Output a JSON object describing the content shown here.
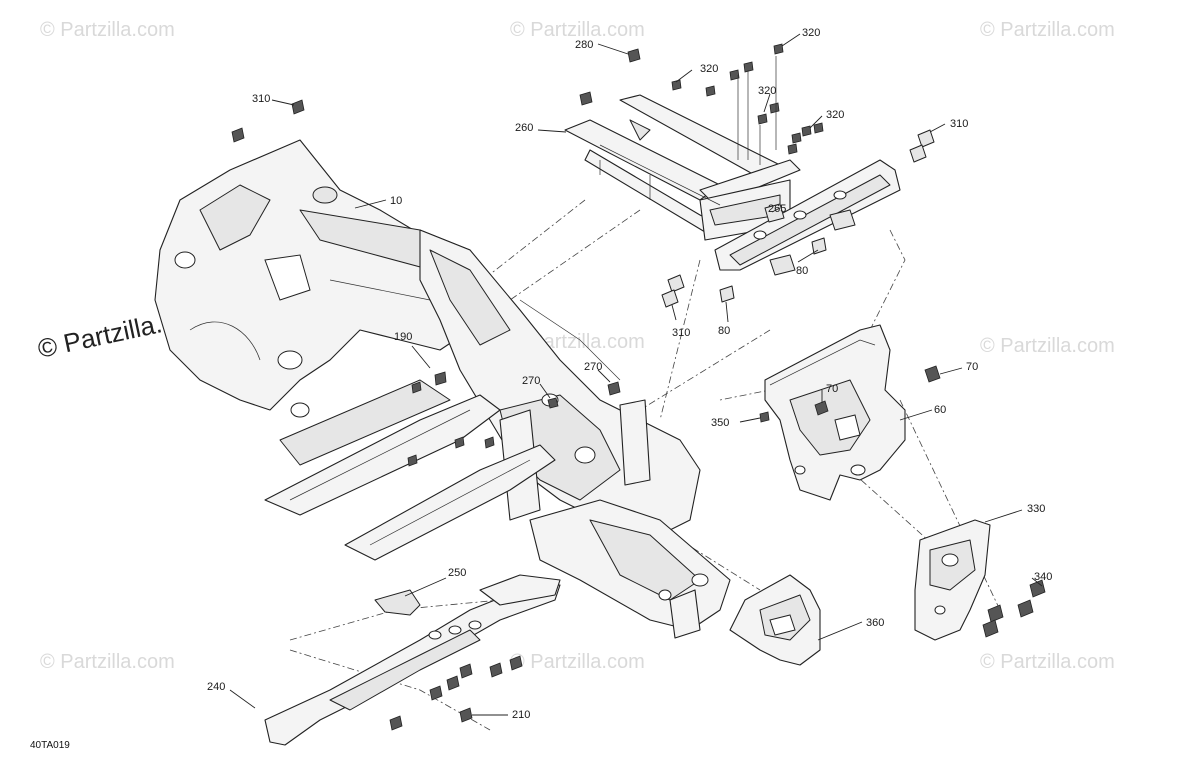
{
  "watermark": {
    "text": "© Partzilla.com",
    "main_text": "© Partzilla.com"
  },
  "diagram_code": "40TA019",
  "callouts": [
    {
      "id": "c280a",
      "text": "280"
    },
    {
      "id": "c320a",
      "text": "320"
    },
    {
      "id": "c320b",
      "text": "320"
    },
    {
      "id": "c320c",
      "text": "320"
    },
    {
      "id": "c320d",
      "text": "320"
    },
    {
      "id": "c310a",
      "text": "310"
    },
    {
      "id": "c310b",
      "text": "310"
    },
    {
      "id": "c310c",
      "text": "310"
    },
    {
      "id": "c260",
      "text": "260"
    },
    {
      "id": "c10",
      "text": "10"
    },
    {
      "id": "c265",
      "text": "265"
    },
    {
      "id": "c80a",
      "text": "80"
    },
    {
      "id": "c80b",
      "text": "80"
    },
    {
      "id": "c190",
      "text": "190"
    },
    {
      "id": "c270a",
      "text": "270"
    },
    {
      "id": "c270b",
      "text": "270"
    },
    {
      "id": "c70a",
      "text": "70"
    },
    {
      "id": "c70b",
      "text": "70"
    },
    {
      "id": "c60",
      "text": "60"
    },
    {
      "id": "c350",
      "text": "350"
    },
    {
      "id": "c330",
      "text": "330"
    },
    {
      "id": "c340",
      "text": "340"
    },
    {
      "id": "c250",
      "text": "250"
    },
    {
      "id": "c360",
      "text": "360"
    },
    {
      "id": "c240",
      "text": "240"
    },
    {
      "id": "c210",
      "text": "210"
    }
  ]
}
